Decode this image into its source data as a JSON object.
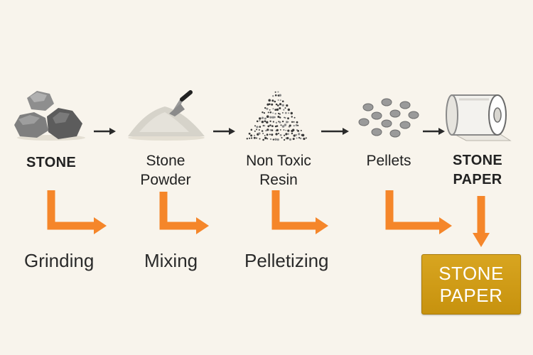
{
  "steps": [
    {
      "id": "stone",
      "label": "STONE",
      "icon": "stones-icon"
    },
    {
      "id": "stone-powder",
      "label": "Stone\nPowder",
      "icon": "powder-pile-icon"
    },
    {
      "id": "resin",
      "label": "Non Toxic\nResin",
      "icon": "resin-granules-icon"
    },
    {
      "id": "pellets",
      "label": "Pellets",
      "icon": "pellets-icon"
    },
    {
      "id": "stone-paper",
      "label": "STONE\nPAPER",
      "icon": "paper-roll-icon"
    }
  ],
  "processes": [
    {
      "id": "grinding",
      "label": "Grinding"
    },
    {
      "id": "mixing",
      "label": "Mixing"
    },
    {
      "id": "pelletizing",
      "label": "Pelletizing"
    }
  ],
  "result": {
    "label": "STONE\nPAPER"
  },
  "colors": {
    "background": "#f8f4ec",
    "arrow_orange": "#f5862a",
    "result_gold": "#d2a015",
    "text": "#222222"
  }
}
